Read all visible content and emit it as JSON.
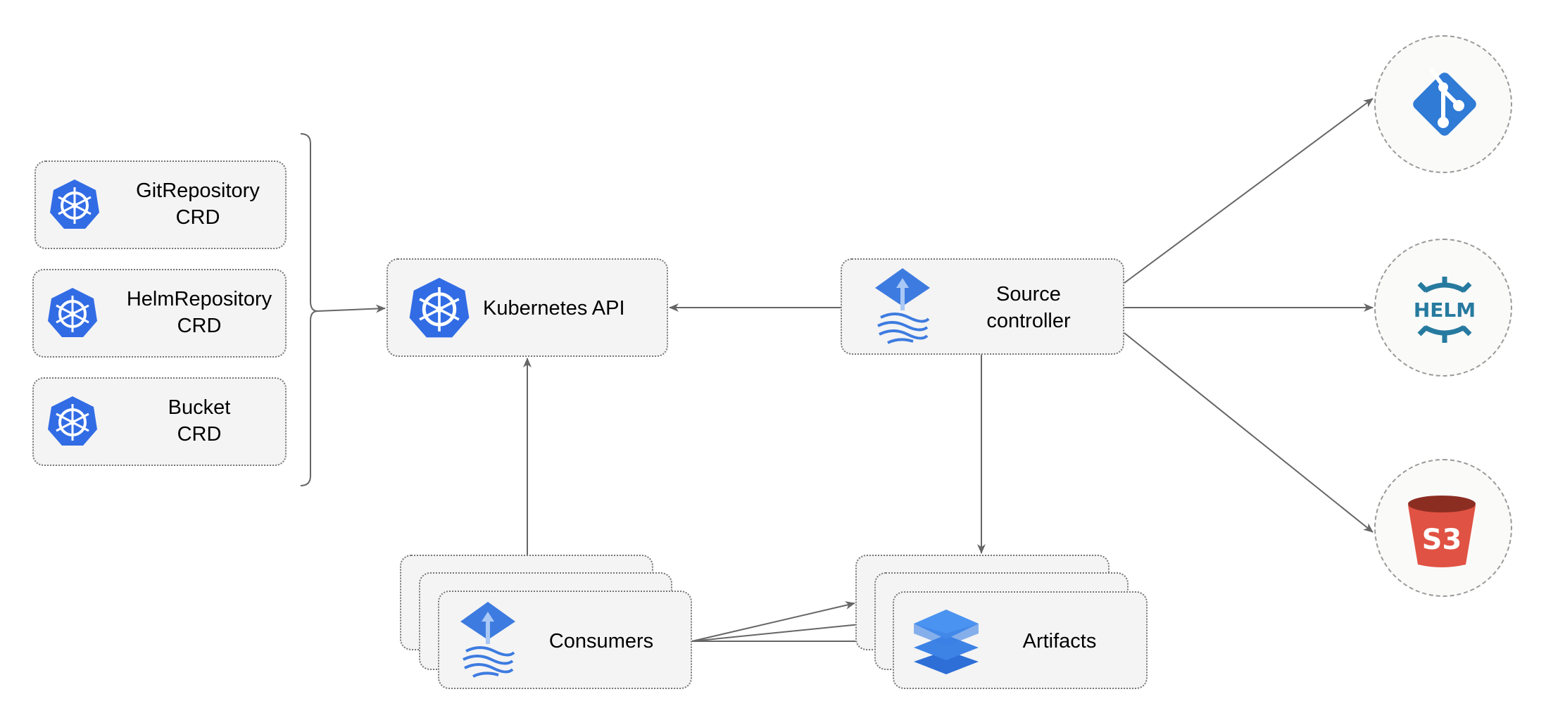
{
  "crds": [
    {
      "line1": "GitRepository",
      "line2": "CRD"
    },
    {
      "line1": "HelmRepository",
      "line2": "CRD"
    },
    {
      "line1": "Bucket",
      "line2": "CRD"
    }
  ],
  "kubernetes_api": {
    "label": "Kubernetes API"
  },
  "source_controller": {
    "line1": "Source",
    "line2": "controller"
  },
  "consumers": {
    "label": "Consumers"
  },
  "artifacts": {
    "label": "Artifacts"
  },
  "sources": [
    {
      "icon": "git-icon",
      "color": "#2f7bd6"
    },
    {
      "icon": "helm-icon",
      "text": "HELM",
      "color": "#277a9f"
    },
    {
      "icon": "s3-bucket-icon",
      "text": "S3",
      "color": "#e05243"
    }
  ],
  "colors": {
    "kubernetes": "#326ce5",
    "flux": "#3d7be0",
    "edge": "#666666"
  }
}
